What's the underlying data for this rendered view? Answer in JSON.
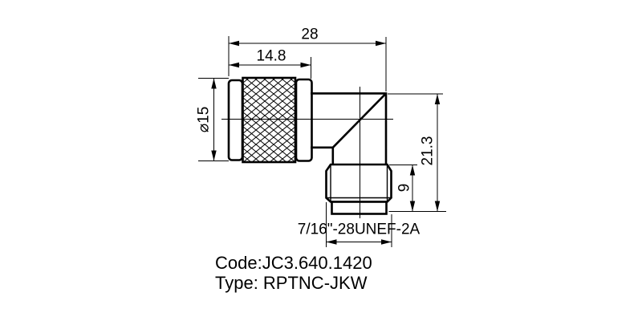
{
  "page": {
    "background": "#ffffff",
    "line_color": "#000000"
  },
  "drawing": {
    "kind": "right-angle coaxial adapter, 2-view technical drawing",
    "dimensions": {
      "overall_width": "28",
      "coupling_nut_length": "14.8",
      "body_diameter": "⌀15",
      "overall_height": "21.3",
      "thread_section_length": "9",
      "thread_spec": "7/16\"-28UNEF-2A"
    },
    "notes": {
      "code": "Code:JC3.640.1420",
      "type": "Type: RPTNC-JKW"
    }
  }
}
